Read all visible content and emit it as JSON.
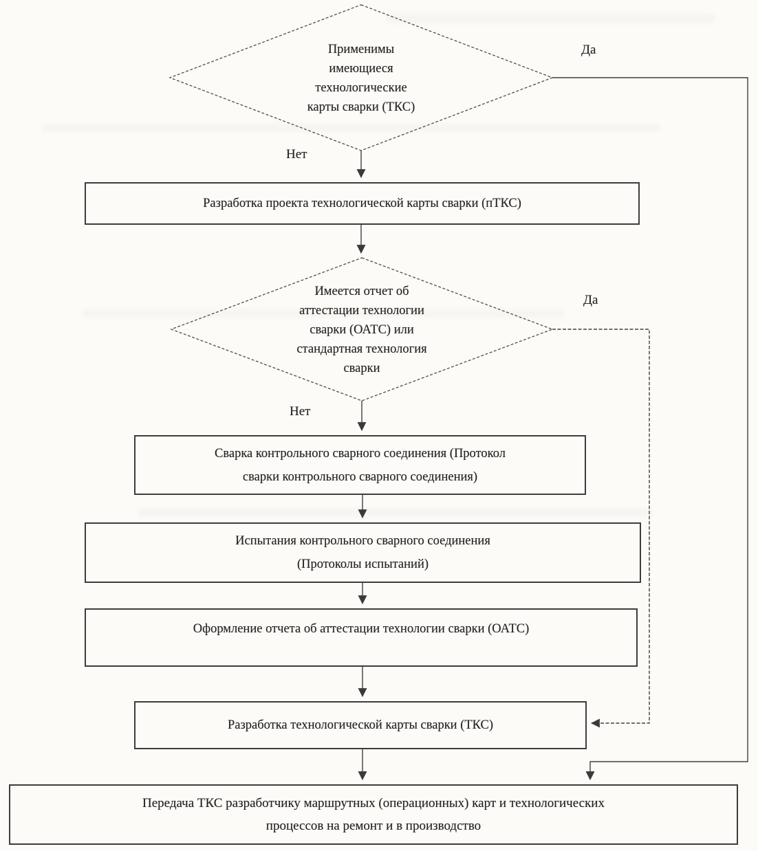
{
  "page": {
    "background_color": "#fcfbf8",
    "line_color": "#3f3f3f",
    "text_color": "#222222",
    "description": "Scanned flowchart (Russian) of welding procedure card (TKS) development process"
  },
  "flowchart": {
    "decision1": {
      "lines": [
        "Применимы",
        "имеющиеся",
        "технологические",
        "карты сварки (ТКС)"
      ]
    },
    "label_yes1": "Да",
    "label_no1": "Нет",
    "process1": {
      "text": "Разработка проекта технологической карты сварки (пТКС)"
    },
    "decision2": {
      "lines": [
        "Имеется отчет об",
        "аттестации технологии",
        "сварки (ОАТС) или",
        "стандартная технология",
        "сварки"
      ]
    },
    "label_yes2": "Да",
    "label_no2": "Нет",
    "process2": {
      "lines": [
        "Сварка контрольного сварного соединения (Протокол",
        "сварки контрольного сварного соединения)"
      ]
    },
    "process3": {
      "lines": [
        "Испытания контрольного сварного соединения",
        "(Протоколы испытаний)"
      ]
    },
    "process4": {
      "text": "Оформление отчета об аттестации технологии сварки (ОАТС)"
    },
    "process5": {
      "text": "Разработка технологической карты сварки (ТКС)"
    },
    "process6": {
      "lines": [
        "Передача ТКС разработчику маршрутных (операционных) карт и технологических",
        "процессов на ремонт и в производство"
      ]
    }
  }
}
